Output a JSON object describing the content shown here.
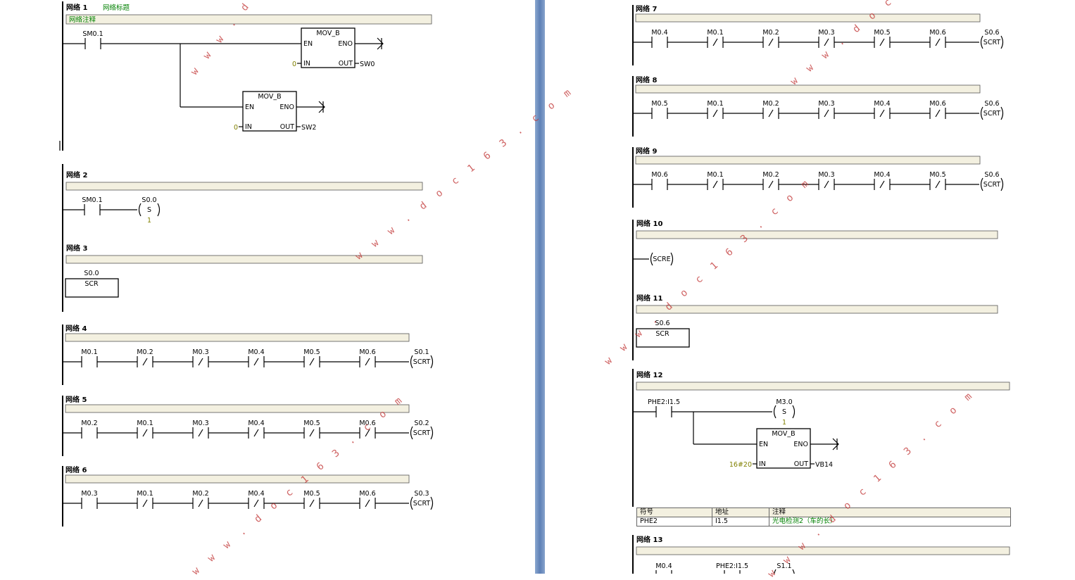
{
  "watermark": "w w w . d o c 1 6 3 . c o m",
  "networks_left": [
    {
      "id": "n1",
      "title": "网络 1",
      "heading": "网络标题",
      "comment": "网络注释",
      "contact": "SM0.1",
      "movb1": {
        "label": "MOV_B",
        "en": "EN",
        "eno": "ENO",
        "in_label": "IN",
        "out_label": "OUT",
        "in": "0",
        "out": "SW0"
      },
      "movb2": {
        "label": "MOV_B",
        "en": "EN",
        "eno": "ENO",
        "in_label": "IN",
        "out_label": "OUT",
        "in": "0",
        "out": "SW2"
      }
    },
    {
      "id": "n2",
      "title": "网络 2",
      "contact": "SM0.1",
      "coil_addr": "S0.0",
      "coil_type": "S",
      "coil_n": "1"
    },
    {
      "id": "n3",
      "title": "网络 3",
      "box_addr": "S0.0",
      "box_label": "SCR"
    },
    {
      "id": "n4",
      "title": "网络 4",
      "contacts": [
        "M0.1",
        "M0.2",
        "M0.3",
        "M0.4",
        "M0.5",
        "M0.6"
      ],
      "coil_addr": "S0.1",
      "coil_label": "SCRT"
    },
    {
      "id": "n5",
      "title": "网络 5",
      "contacts": [
        "M0.2",
        "M0.1",
        "M0.3",
        "M0.4",
        "M0.5",
        "M0.6"
      ],
      "coil_addr": "S0.2",
      "coil_label": "SCRT"
    },
    {
      "id": "n6",
      "title": "网络 6",
      "contacts": [
        "M0.3",
        "M0.1",
        "M0.2",
        "M0.4",
        "M0.5",
        "M0.6"
      ],
      "coil_addr": "S0.3",
      "coil_label": "SCRT"
    }
  ],
  "networks_right": [
    {
      "id": "n7",
      "title": "网络 7",
      "contacts": [
        "M0.4",
        "M0.1",
        "M0.2",
        "M0.3",
        "M0.5",
        "M0.6"
      ],
      "coil_addr": "S0.6",
      "coil_label": "SCRT"
    },
    {
      "id": "n8",
      "title": "网络 8",
      "contacts": [
        "M0.5",
        "M0.1",
        "M0.2",
        "M0.3",
        "M0.4",
        "M0.6"
      ],
      "coil_addr": "S0.6",
      "coil_label": "SCRT"
    },
    {
      "id": "n9",
      "title": "网络 9",
      "contacts": [
        "M0.6",
        "M0.1",
        "M0.2",
        "M0.3",
        "M0.4",
        "M0.5"
      ],
      "coil_addr": "S0.6",
      "coil_label": "SCRT"
    },
    {
      "id": "n10",
      "title": "网络 10",
      "coil_label": "SCRE"
    },
    {
      "id": "n11",
      "title": "网络 11",
      "box_addr": "S0.6",
      "box_label": "SCR"
    },
    {
      "id": "n12",
      "title": "网络 12",
      "contact": "PHE2:I1.5",
      "coil_addr": "M3.0",
      "coil_type": "S",
      "coil_n": "1",
      "movb": {
        "label": "MOV_B",
        "en": "EN",
        "eno": "ENO",
        "in_label": "IN",
        "out_label": "OUT",
        "in": "16#20",
        "out": "VB14"
      },
      "symbol_table": {
        "headers": [
          "符号",
          "地址",
          "注释"
        ],
        "rows": [
          [
            "PHE2",
            "I1.5",
            "光电检测2（车的长）"
          ]
        ]
      }
    },
    {
      "id": "n13",
      "title": "网络 13",
      "contacts": [
        "M0.4",
        "PHE2:I1.5"
      ],
      "coil_addr": "S1.1"
    }
  ]
}
